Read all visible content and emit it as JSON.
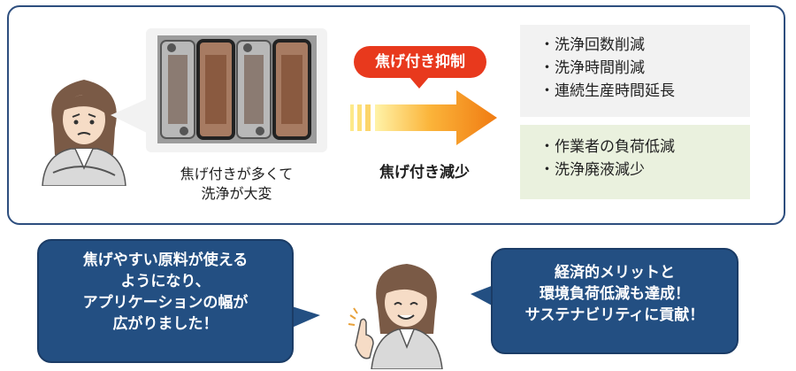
{
  "top_panel": {
    "caption_left": [
      "焦げ付きが多くて",
      "洗浄が大変"
    ],
    "badge": "焦げ付き抑制",
    "arrow_label": "焦げ付き減少",
    "benefits_gray": [
      "・洗浄回数削減",
      "・洗浄時間削減",
      "・連続生産時間延長"
    ],
    "benefits_green": [
      "・作業者の負荷低減",
      "・洗浄廃液減少"
    ]
  },
  "bubble_left": [
    "焦げやすい原料が使える",
    "ようになり、",
    "アプリケーションの幅が",
    "広がりました！"
  ],
  "bubble_right": [
    "経済的メリットと",
    "環境負荷低減も達成！",
    "サステナビリティに貢献！"
  ],
  "colors": {
    "border": "#2d4e7e",
    "badge": "#e8391d",
    "arrow": "#f07b12",
    "bubble": "#234f82",
    "green_box": "#eaf1de",
    "gray_box": "#f2f2f2"
  }
}
